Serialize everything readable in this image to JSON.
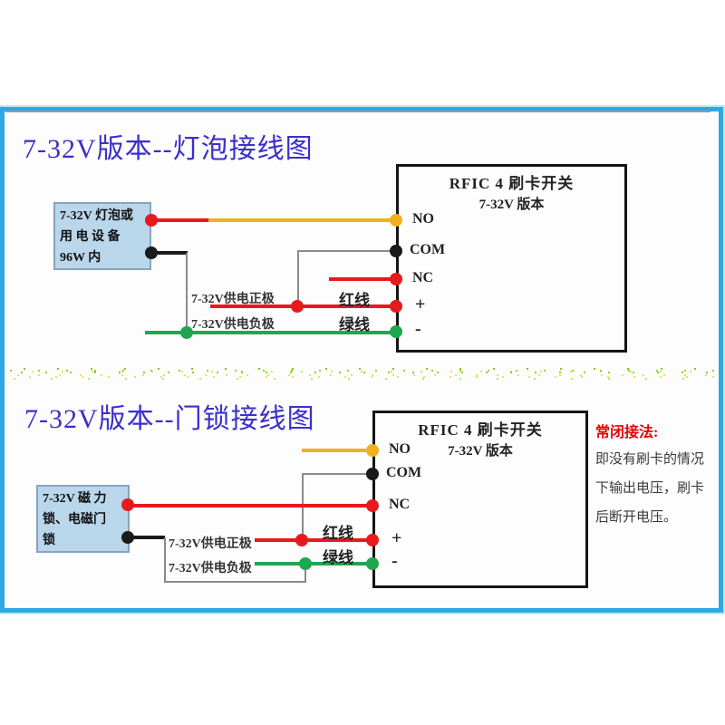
{
  "colors": {
    "frame_blue": "#2da9e4",
    "title_blue": "#3b2fc9",
    "wire_red": "#e8191d",
    "wire_yellow": "#f2b01c",
    "wire_green": "#22a551",
    "wire_gray": "#8a8a8a",
    "wire_black": "#1a1a1a",
    "note_red": "#e80000",
    "load_box_fill": "#b9d6eb"
  },
  "diagram_bulb": {
    "title": "7-32V版本--灯泡接线图",
    "device": {
      "name_line": "RFIC 4 刷卡开关",
      "version_line": "7-32V 版本",
      "terminals": [
        {
          "label": "NO",
          "color": "#f2b01c"
        },
        {
          "label": "COM",
          "color": "#1a1a1a"
        },
        {
          "label": "NC",
          "color": "#e8191d"
        },
        {
          "label": "+",
          "color": "#e8191d"
        },
        {
          "label": "-",
          "color": "#22a551"
        }
      ]
    },
    "load": {
      "line1": "7-32V 灯泡或",
      "line2": "用 电 设 备",
      "line3": "96W 内"
    },
    "labels": {
      "supply_positive": "7-32V供电正极",
      "supply_negative": "7-32V供电负极",
      "red_wire": "红线",
      "green_wire": "绿线"
    }
  },
  "diagram_lock": {
    "title": "7-32V版本--门锁接线图",
    "device": {
      "name_line": "RFIC 4 刷卡开关",
      "version_line": "7-32V 版本",
      "terminals": [
        {
          "label": "NO",
          "color": "#f2b01c"
        },
        {
          "label": "COM",
          "color": "#1a1a1a"
        },
        {
          "label": "NC",
          "color": "#e8191d"
        },
        {
          "label": "+",
          "color": "#e8191d"
        },
        {
          "label": "-",
          "color": "#22a551"
        }
      ]
    },
    "load": {
      "line1": "7-32V 磁 力",
      "line2": "锁、电磁门",
      "line3": "锁"
    },
    "labels": {
      "supply_positive": "7-32V供电正极",
      "supply_negative": "7-32V供电负极",
      "red_wire": "红线",
      "green_wire": "绿线"
    },
    "note": {
      "heading": "常闭接法:",
      "line1": "即没有刷卡的情况",
      "line2": "下输出电压，刷卡",
      "line3": "后断开电压。"
    }
  }
}
